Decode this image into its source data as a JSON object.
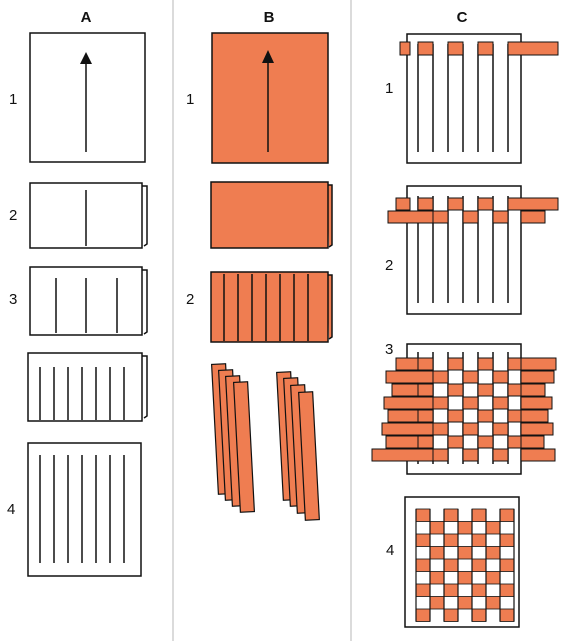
{
  "columns": [
    {
      "id": "A",
      "header": "A",
      "step_labels": [
        "1",
        "2",
        "3",
        "4"
      ]
    },
    {
      "id": "B",
      "header": "B",
      "step_labels": [
        "1",
        "2"
      ]
    },
    {
      "id": "C",
      "header": "C",
      "step_labels": [
        "1",
        "2",
        "3",
        "4"
      ]
    }
  ],
  "colors": {
    "paper": "#ffffff",
    "outline": "#111111",
    "weave_orange": "#ef7d51",
    "divider": "#cfcfcf"
  }
}
